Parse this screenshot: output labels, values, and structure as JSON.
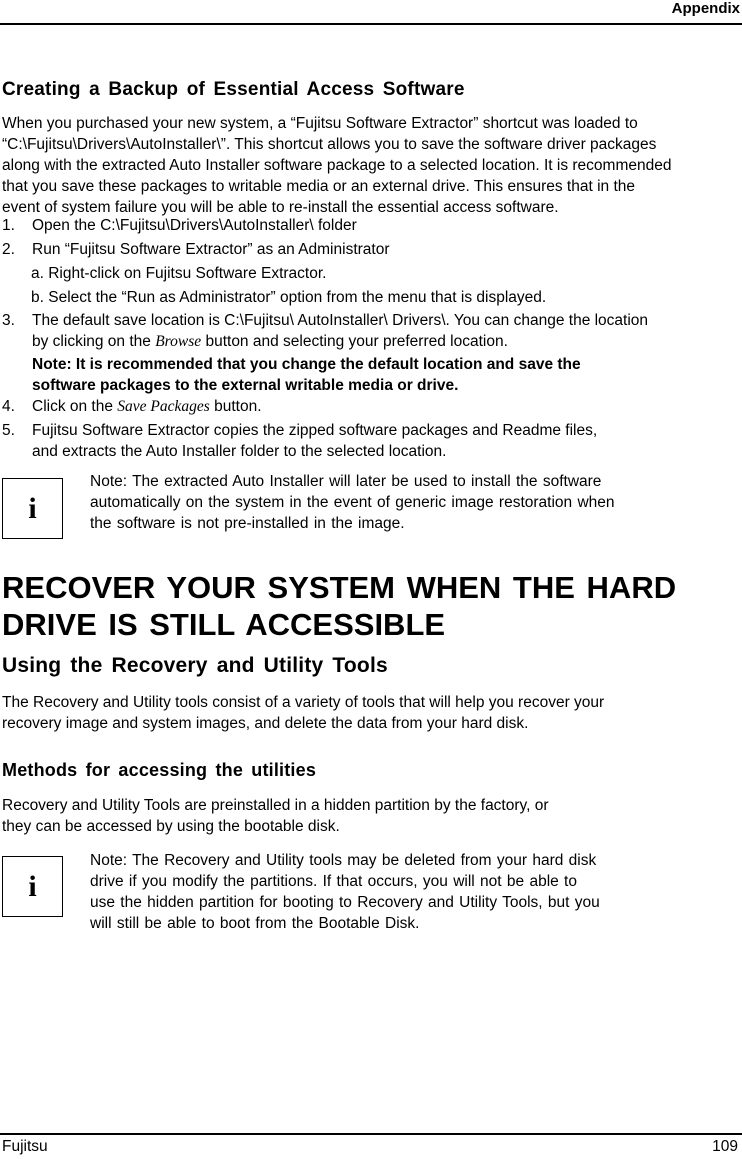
{
  "header": {
    "section_title": "Appendix"
  },
  "backup_section": {
    "heading": "Creating a Backup of Essential Access Software",
    "intro_lines": [
      "When you purchased your new system, a “Fujitsu Software Extractor” shortcut was loaded to",
      "“C:\\Fujitsu\\Drivers\\AutoInstaller\\”. This shortcut allows you to save the software driver packages",
      "along with the extracted Auto Installer software package to a selected location. It is recommended",
      "that you save these packages to writable media or an external drive. This ensures that in the",
      "event of system failure you will be able to re-install the essential access software."
    ],
    "steps": [
      {
        "num": "1.",
        "text": "Open the C:\\Fujitsu\\Drivers\\AutoInstaller\\ folder"
      },
      {
        "num": "2.",
        "text": "Run “Fujitsu Software Extractor” as an Administrator"
      },
      {
        "num": "3.",
        "line1": "The default save location is C:\\Fujitsu\\ AutoInstaller\\ Drivers\\. You can change the location",
        "line2_pre": "by clicking on the ",
        "line2_italic": "Browse",
        "line2_post": " button and selecting your preferred location."
      },
      {
        "num": "4.",
        "pre": "Click on the ",
        "italic": "Save Packages",
        "post": " button."
      },
      {
        "num": "5.",
        "line1": "Fujitsu Software Extractor copies the zipped software packages and Readme files,",
        "line2": "and extracts the Auto Installer folder to the selected location."
      }
    ],
    "sub_steps": [
      "a.  Right-click on Fujitsu Software Extractor.",
      "b. Select the “Run as Administrator” option from the menu that is displayed."
    ],
    "bold_note_lines": [
      "Note: It is recommended that you change the default location and save the",
      "software packages to the external writable media or drive."
    ],
    "info_note": {
      "icon": "i",
      "lines": [
        "Note: The extracted Auto Installer will later be used to install the software",
        "automatically on the system in the event of generic image restoration when",
        "the software is not pre-installed in the image."
      ]
    }
  },
  "recover_section": {
    "heading_lines": [
      "RECOVER YOUR SYSTEM WHEN THE HARD",
      "DRIVE IS STILL ACCESSIBLE"
    ],
    "subheading": "Using the Recovery and Utility Tools",
    "intro_lines": [
      "The Recovery and Utility tools consist of a variety of tools that will help you recover your",
      "recovery image and system images, and delete the data from your hard disk."
    ],
    "methods_heading": "Methods for accessing the utilities",
    "methods_lines": [
      "Recovery and Utility Tools are preinstalled in a hidden partition by the factory, or",
      "they can be accessed by using the bootable disk."
    ],
    "info_note": {
      "icon": "i",
      "lines": [
        "Note: The Recovery and Utility tools may be deleted from your hard disk",
        "drive if you modify the partitions. If that occurs, you will not be able to",
        "use the hidden partition for booting to Recovery and Utility Tools, but you",
        "will still be able to boot from the Bootable Disk."
      ]
    }
  },
  "footer": {
    "brand": "Fujitsu",
    "page_number": "109"
  }
}
